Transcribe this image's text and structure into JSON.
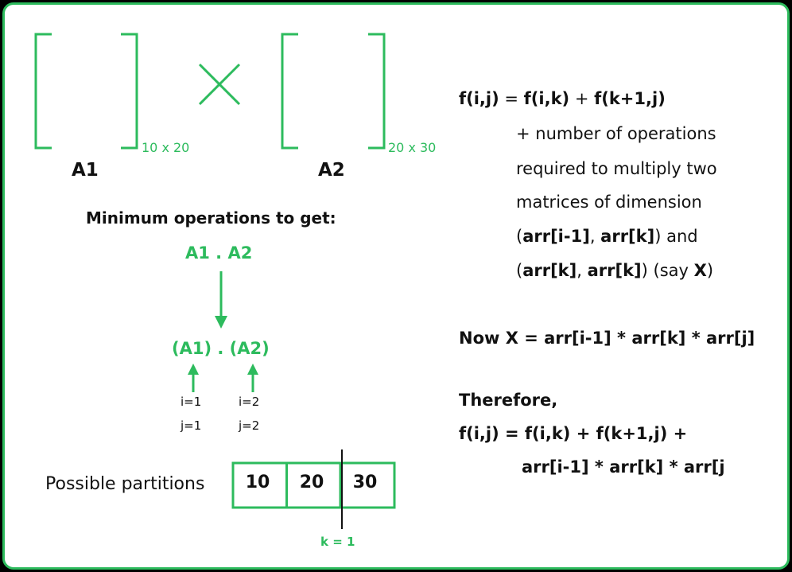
{
  "colors": {
    "accent": "#2dbb5d",
    "text": "#111111",
    "background": "#ffffff"
  },
  "matrices": [
    {
      "label": "A1",
      "dimension": "10 x 20"
    },
    {
      "label": "A2",
      "dimension": "20 x 30"
    }
  ],
  "left": {
    "heading": "Minimum operations to get:",
    "product": "A1 . A2",
    "split_product": "(A1) . (A2)",
    "indices": [
      {
        "i": "i=1",
        "j": "j=1"
      },
      {
        "i": "i=2",
        "j": "j=2"
      }
    ],
    "partitions_label": "Possible partitions",
    "partitions": [
      "10",
      "20",
      "30"
    ],
    "split_label": "k = 1"
  },
  "right": {
    "recurrence": {
      "lhs": "f(i,j)",
      "eq": " = ",
      "t1": "f(i,k)",
      "plus": " + ",
      "t2": "f(k+1,j)"
    },
    "line2": "+ number of operations",
    "line3": "required to multiply two",
    "line4": "matrices of dimension",
    "line5": {
      "p1": "(",
      "a": "arr[i-1]",
      "p2": ", ",
      "b": "arr[k]",
      "p3": ") and"
    },
    "line6": {
      "p1": "(",
      "a": "arr[k]",
      "p2": ", ",
      "b": "arr[k]",
      "p3": ") (say ",
      "x": "X",
      "p4": ")"
    },
    "now_line": "Now X = arr[i-1] * arr[k] * arr[j]",
    "therefore": "Therefore,",
    "final1": "f(i,j) = f(i,k) + f(k+1,j) +",
    "final2": "arr[i-1] * arr[k] * arr[j"
  }
}
